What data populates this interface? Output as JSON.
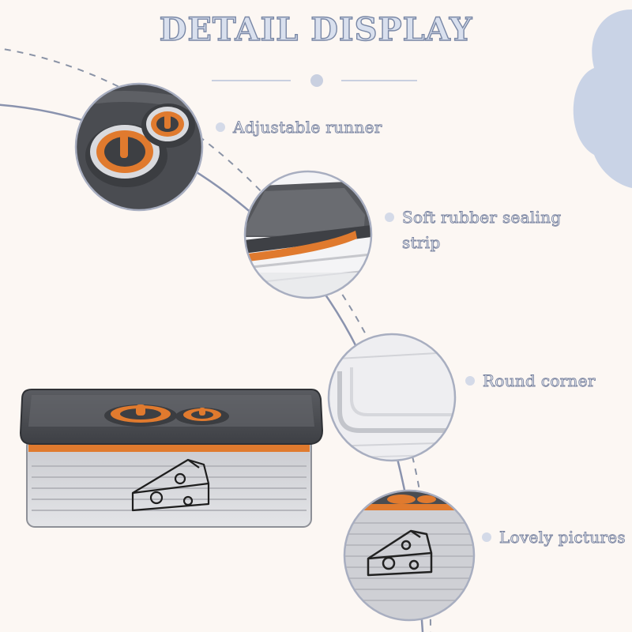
{
  "title": "DETAIL DISPLAY",
  "features": [
    {
      "label": "Adjustable runner",
      "icon": "vent-knob-closeup"
    },
    {
      "label": "Soft rubber sealing strip",
      "icon": "seal-strip-closeup"
    },
    {
      "label": "Round corner",
      "icon": "corner-closeup"
    },
    {
      "label": "Lovely pictures",
      "icon": "cheese-print-closeup"
    }
  ],
  "product": {
    "print": "cheese-icon"
  },
  "colors": {
    "background": "#fcf7f3",
    "title_fill": "#d9e0ee",
    "title_outline": "#7a88a6",
    "accent_blob": "#c9d3e6",
    "lid": "#4b4d52",
    "seal_orange": "#e07a2e",
    "body_clear": "#d9dade"
  }
}
